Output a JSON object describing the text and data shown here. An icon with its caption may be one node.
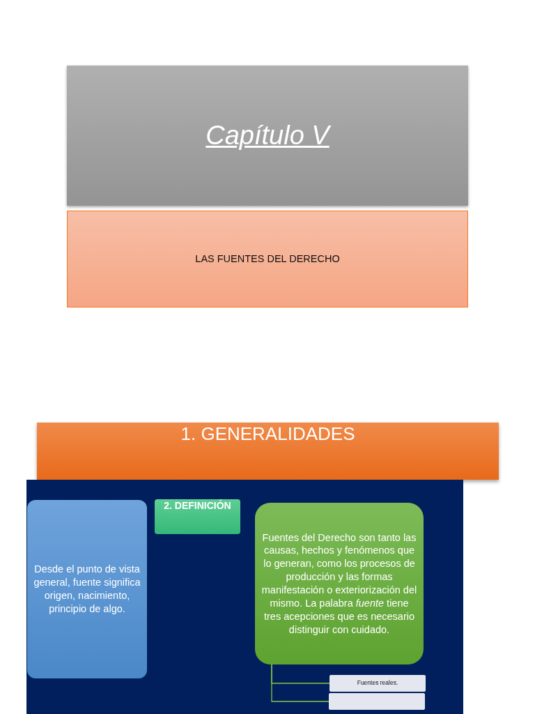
{
  "diagram": {
    "nodes": [
      {
        "text": [
          "Capítulo V"
        ]
      },
      {
        "text": [
          "LAS FUENTES DEL DERECHO"
        ]
      },
      {
        "text": [
          "1. GENERALIDADES"
        ]
      },
      {
        "text": [],
        "shape": "box"
      },
      {
        "text": [
          "Desde el  punto de vista general, fuente significa origen, nacimiento, principio de algo."
        ],
        "in": 3
      },
      {
        "text": [
          "2. DEFINICIÓN"
        ],
        "in": 3
      },
      {
        "text": [
          "Fuentes del Derecho son tanto las causas, hechos y fenómenos que lo generan, como los procesos de producción y las formas manifestación o exteriorización del mismo. La palabra *fuente* tiene tres acepciones que es necesario distinguir con cuidado."
        ],
        "in": 3
      },
      {
        "text": [
          "Fuentes  reales."
        ],
        "in": 3
      },
      {
        "text": [],
        "shape": "box",
        "in": 3
      }
    ],
    "edges": [
      {
        "from": 6,
        "to": 7,
        "arrow": "none"
      },
      {
        "from": 6,
        "to": 8,
        "arrow": "none"
      }
    ]
  }
}
